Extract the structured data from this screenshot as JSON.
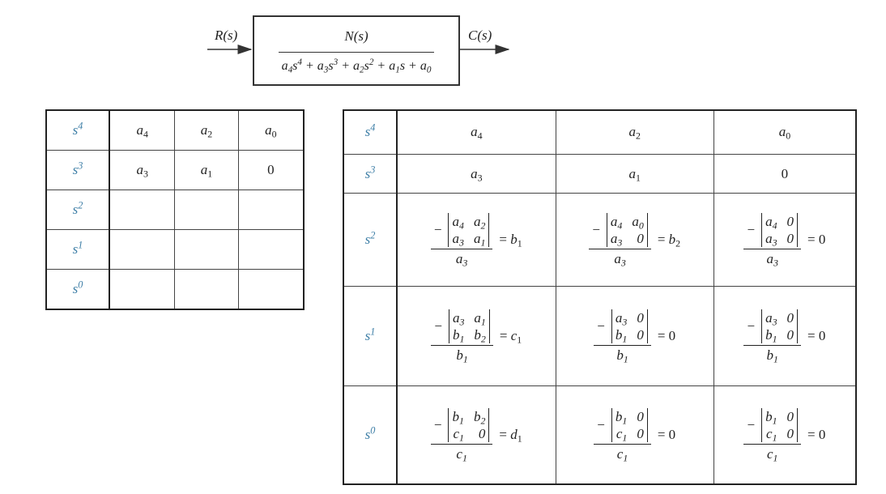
{
  "diagram": {
    "input": "R(s)",
    "output": "C(s)",
    "numerator": "N(s)",
    "denominator": "a4s4 + a3s3 + a2s2 + a1s + a0"
  },
  "row_labels": [
    "s4",
    "s3",
    "s2",
    "s1",
    "s0"
  ],
  "small_table": {
    "rows": [
      [
        "a4",
        "a2",
        "a0"
      ],
      [
        "a3",
        "a1",
        "0"
      ],
      [
        "",
        "",
        ""
      ],
      [
        "",
        "",
        ""
      ],
      [
        "",
        "",
        ""
      ]
    ]
  },
  "full_table": {
    "row1": [
      "a4",
      "a2",
      "a0"
    ],
    "row2": [
      "a3",
      "a1",
      "0"
    ],
    "cells": [
      [
        {
          "det": [
            "a4",
            "a2",
            "a3",
            "a1"
          ],
          "den": "a3",
          "res": "b1"
        },
        {
          "det": [
            "a4",
            "a0",
            "a3",
            "0"
          ],
          "den": "a3",
          "res": "b2"
        },
        {
          "det": [
            "a4",
            "0",
            "a3",
            "0"
          ],
          "den": "a3",
          "res": "0"
        }
      ],
      [
        {
          "det": [
            "a3",
            "a1",
            "b1",
            "b2"
          ],
          "den": "b1",
          "res": "c1"
        },
        {
          "det": [
            "a3",
            "0",
            "b1",
            "0"
          ],
          "den": "b1",
          "res": "0"
        },
        {
          "det": [
            "a3",
            "0",
            "b1",
            "0"
          ],
          "den": "b1",
          "res": "0"
        }
      ],
      [
        {
          "det": [
            "b1",
            "b2",
            "c1",
            "0"
          ],
          "den": "c1",
          "res": "d1"
        },
        {
          "det": [
            "b1",
            "0",
            "c1",
            "0"
          ],
          "den": "c1",
          "res": "0"
        },
        {
          "det": [
            "b1",
            "0",
            "c1",
            "0"
          ],
          "den": "c1",
          "res": "0"
        }
      ]
    ]
  }
}
